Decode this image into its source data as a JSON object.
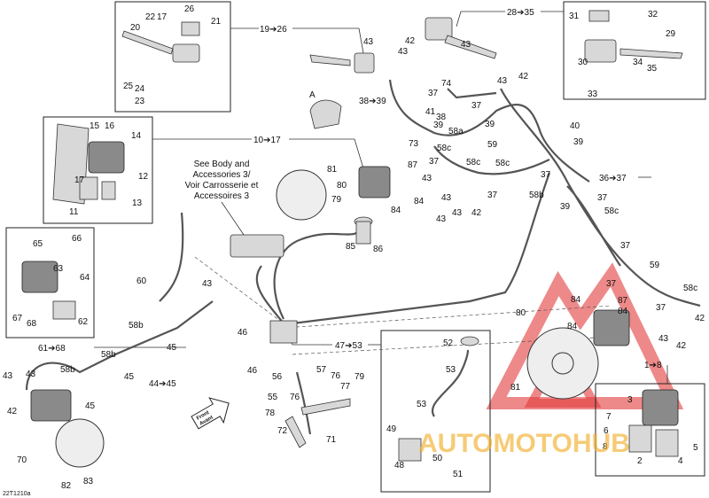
{
  "labels": {
    "l20": "20",
    "l22": "22",
    "l17a": "17",
    "l26": "26",
    "l21": "21",
    "l25": "25",
    "l24": "24",
    "l23": "23",
    "l43a": "43",
    "l42a": "42",
    "l43b": "43",
    "l43c": "43",
    "l31": "31",
    "l32": "32",
    "l29": "29",
    "l30": "30",
    "l34": "34",
    "l35": "35",
    "l33": "33",
    "l15": "15",
    "l16": "16",
    "l14": "14",
    "l12": "12",
    "l17b": "17",
    "l11": "11",
    "l13": "13",
    "l74": "74",
    "l43d": "43",
    "l42b": "42",
    "l37a": "37",
    "l41": "41",
    "l37b": "37",
    "l38": "38",
    "l58a": "58a",
    "l39a": "39",
    "l73": "73",
    "l58c1": "58c",
    "l59a": "59",
    "l37c": "37",
    "l58c2": "58c",
    "l58c3": "58c",
    "l40": "40",
    "l39b": "39",
    "l37d": "37",
    "l58b1": "58b",
    "l39c": "39",
    "l37e": "37",
    "l58c4": "58c",
    "l37f": "37",
    "l59b": "59",
    "l37g": "37",
    "l58c5": "58c",
    "l42c": "42",
    "l87a": "87",
    "l84a": "84",
    "l43e": "43",
    "l43f": "43",
    "l43g": "43",
    "l42d": "42",
    "l87b": "87",
    "l84b": "84",
    "l43h": "43",
    "l43i": "43",
    "l42e": "42",
    "l81a": "81",
    "l80a": "80",
    "l79a": "79",
    "l84c": "84",
    "l85": "85",
    "l86": "86",
    "l65": "65",
    "l66": "66",
    "l63": "63",
    "l64": "64",
    "l67": "67",
    "l68": "68",
    "l62": "62",
    "l60": "60",
    "l43j": "43",
    "l58b2": "58b",
    "l45a": "45",
    "l58b3": "58b",
    "l45b": "45",
    "l45c": "45",
    "l58b4": "58b",
    "l43k": "43",
    "l43l": "43",
    "l42f": "42",
    "l70": "70",
    "l82": "82",
    "l83": "83",
    "l46a": "46",
    "l46b": "46",
    "l56": "56",
    "l57": "57",
    "l55": "55",
    "l76a": "76",
    "l77": "77",
    "l76b": "76",
    "l79b": "79",
    "l78": "78",
    "l72": "72",
    "l71": "71",
    "l52": "52",
    "l53a": "53",
    "l53b": "53",
    "l49": "49",
    "l48": "48",
    "l50": "50",
    "l51": "51",
    "l80b": "80",
    "l84d": "84",
    "l84e": "84",
    "l81b": "81",
    "l3": "3",
    "l7": "7",
    "l6": "6",
    "l8": "8",
    "l5": "5",
    "l2": "2",
    "l4": "4"
  },
  "callouts": {
    "c19_26": "19➔26",
    "c28_35": "28➔35",
    "c38_39": "38➔39",
    "c10_17": "10➔17",
    "c36_37": "36➔37",
    "c61_68": "61➔68",
    "c44_45": "44➔45",
    "c47_53": "47➔53",
    "c1_8": "1➔8"
  },
  "detail_a": "A",
  "see_note": [
    "See Body and",
    "Accessories 3/",
    "Voir Carrosserie et",
    "Accessoires 3"
  ],
  "front_arrow": [
    "Front",
    "Avant"
  ],
  "diagram_code": "22T1210a",
  "watermark": "AUTOMOTOHUB",
  "colors": {
    "watermark_red": "#e33b3b",
    "watermark_orange": "#f2b030",
    "line": "#333333"
  }
}
